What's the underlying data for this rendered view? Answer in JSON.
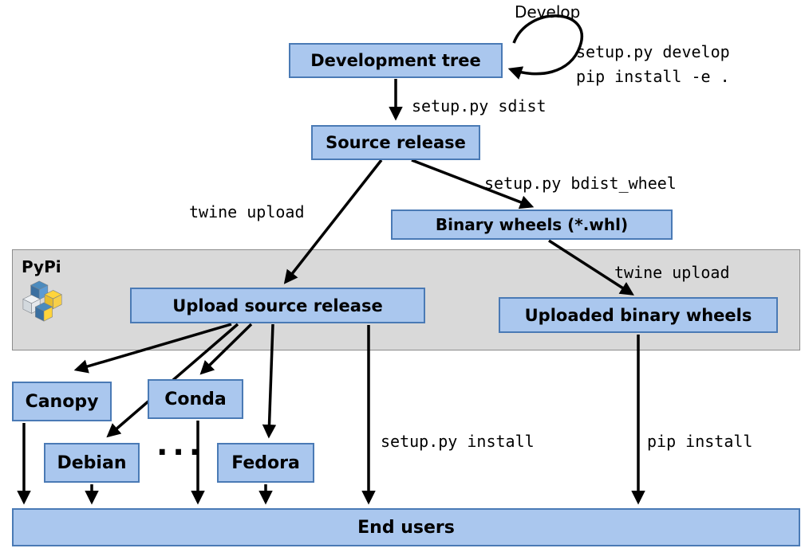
{
  "diagram": {
    "nodes": {
      "development_tree": "Development tree",
      "source_release": "Source release",
      "binary_wheels": "Binary wheels (*.whl)",
      "upload_source_release": "Upload source release",
      "uploaded_binary_wheels": "Uploaded binary wheels",
      "canopy": "Canopy",
      "conda": "Conda",
      "debian": "Debian",
      "fedora": "Fedora",
      "end_users": "End users"
    },
    "labels": {
      "develop": "Develop",
      "setup_develop": "setup.py develop",
      "pip_install_editable": "pip install -e .",
      "setup_sdist": "setup.py sdist",
      "setup_bdist_wheel": "setup.py bdist_wheel",
      "twine_upload_source": "twine upload",
      "twine_upload_wheels": "twine upload",
      "setup_install": "setup.py install",
      "pip_install": "pip install",
      "ellipsis": "..."
    },
    "pypi": {
      "label": "PyPi",
      "logo": "pypi-cubes-logo"
    },
    "colors": {
      "node_fill": "#aac7ee",
      "node_border": "#4a7ab5",
      "band_fill": "#d9d9d9",
      "band_border": "#8c8c8c",
      "arrow": "#000000"
    }
  }
}
